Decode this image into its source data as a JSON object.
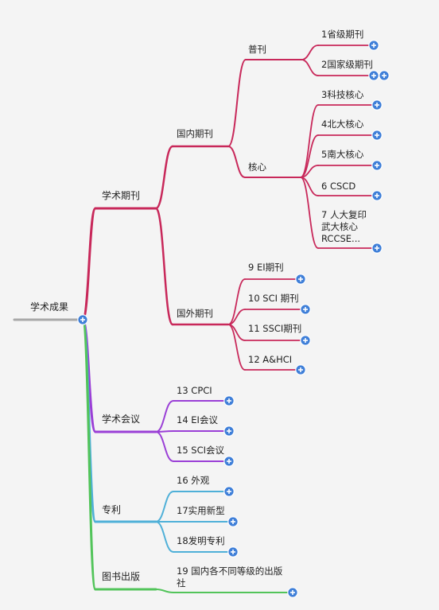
{
  "colors": {
    "journal": "#c8285a",
    "conference": "#9a3fd6",
    "patent": "#4fb0d8",
    "book": "#52c45a",
    "root_line": "#a8a8a8",
    "handle": "#3f7fd8",
    "background": "#f4f4f4"
  },
  "icons": {
    "expand_handle": "plus-circle-icon"
  },
  "root": {
    "label": "学术成果"
  },
  "branches": {
    "journal": {
      "label": "学术期刊",
      "domestic": {
        "label": "国内期刊",
        "general": {
          "label": "普刊",
          "items": [
            "1省级期刊",
            "2国家级期刊"
          ]
        },
        "core": {
          "label": "核心",
          "items": [
            "3科技核心",
            "4北大核心",
            "5南大核心",
            "6 CSCD"
          ],
          "item7": [
            "7 人大复印",
            "武大核心",
            "RCCSE..."
          ]
        }
      },
      "foreign": {
        "label": "国外期刊",
        "items": [
          "9 EI期刊",
          "10 SCI 期刊",
          "11 SSCI期刊",
          "12 A&HCI"
        ]
      }
    },
    "conference": {
      "label": "学术会议",
      "items": [
        "13 CPCI",
        "14 EI会议",
        "15 SCI会议"
      ]
    },
    "patent": {
      "label": "专利",
      "items": [
        "16 外观",
        "17实用新型",
        "18发明专利"
      ]
    },
    "book": {
      "label": "图书出版",
      "items": [
        [
          "19 国内各不同等级的出版",
          "社"
        ]
      ]
    }
  }
}
